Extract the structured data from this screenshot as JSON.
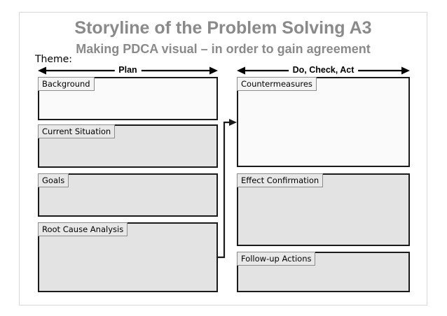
{
  "slide": {
    "title": "Storyline of the Problem Solving A3",
    "subtitle": "Making PDCA visual – in order to gain agreement",
    "theme_label": "Theme:",
    "colors": {
      "title_gray": "#8a8a8a",
      "box_border": "#1a1a1a",
      "box_fill": "#e3e3e3",
      "tag_fill": "#e8e8e8",
      "frame_border": "#d8d8d8",
      "background": "#ffffff"
    }
  },
  "phases": [
    {
      "id": "plan",
      "label": "Plan",
      "arrow": "double-headed-arrow"
    },
    {
      "id": "do-check-act",
      "label": "Do, Check, Act",
      "arrow": "double-headed-arrow"
    }
  ],
  "left_column": {
    "phase": "Plan",
    "boxes": [
      {
        "id": "background",
        "label": "Background",
        "content": ""
      },
      {
        "id": "current-situation",
        "label": "Current Situation",
        "content": ""
      },
      {
        "id": "goals",
        "label": "Goals",
        "content": ""
      },
      {
        "id": "root-cause",
        "label": "Root Cause Analysis",
        "content": ""
      }
    ]
  },
  "right_column": {
    "phase": "Do, Check, Act",
    "boxes": [
      {
        "id": "countermeasures",
        "label": "Countermeasures",
        "content": ""
      },
      {
        "id": "effect",
        "label": "Effect Confirmation",
        "content": ""
      },
      {
        "id": "followup",
        "label": "Follow-up Actions",
        "content": ""
      }
    ]
  },
  "connector": {
    "id": "root-cause-to-countermeasures",
    "from": "Root Cause Analysis",
    "to": "Countermeasures",
    "style": "elbow-arrow"
  }
}
